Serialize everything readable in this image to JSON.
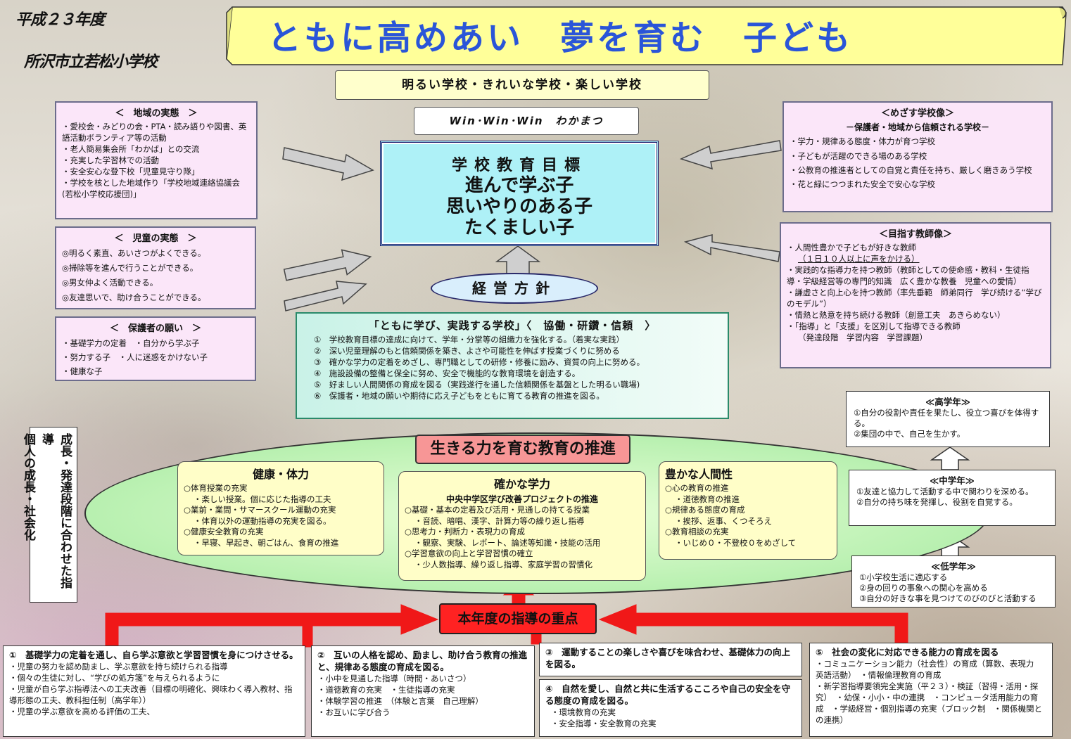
{
  "header": {
    "year": "平成２３年度",
    "school": "所沢市立若松小学校",
    "title": "ともに高めあい　夢を育む　子ども"
  },
  "motto": "明るい学校・きれいな学校・楽しい学校",
  "win": "Win･Win･Win　わかまつ",
  "goal": {
    "heading": "学校教育目標",
    "lines": [
      "進んで学ぶ子",
      "思いやりのある子",
      "たくましい子"
    ]
  },
  "keiei": "経営方針",
  "chiiki": {
    "heading": "＜　地域の実態　＞",
    "items": [
      "・愛校会・みどりの会・PTA・読み語りや図書、英語活動ボランティア等の活動",
      "・老人簡易集会所「わかば」との交流",
      "・充実した学習林での活動",
      "・安全安心な登下校「児童見守り隊」",
      "・学校を核とした地域作り「学校地域連絡協議会(若松小学校応援団)」"
    ]
  },
  "jido": {
    "heading": "＜　児童の実態　＞",
    "items": [
      "◎明るく素直、あいさつがよくできる。",
      "◎掃除等を進んで行うことができる。",
      "◎男女仲よく活動できる。",
      "◎友達思いで、助け合うことができる。"
    ]
  },
  "hogosha": {
    "heading": "＜　保護者の願い　＞",
    "items": [
      "・基礎学力の定着　・自分から学ぶ子",
      "・努力する子　・人に迷惑をかけない子",
      "・健康な子"
    ]
  },
  "mezasu": {
    "heading": "＜めざす学校像＞",
    "sub": "－保護者・地域から信頼される学校－",
    "items": [
      "・学力・規律ある態度・体力が育つ学校",
      "・子どもが活躍のできる場のある学校",
      "・公教育の推進者としての自覚と責任を持ち、厳しく磨きあう学校",
      "・花と緑につつまれた安全で安心な学校"
    ]
  },
  "kyoshi": {
    "heading": "＜目指す教師像＞",
    "items": [
      "・人間性豊かで子どもが好きな教師",
      "（１日１０人以上に声をかける）",
      "・実践的な指導力を持つ教師（教師としての使命感・教科・生徒指導・学級経営等の専門的知識　広く豊かな教養　児童への愛情）",
      "・謙虚さと向上心を持つ教師（率先垂範　師弟同行　学び続ける“学びのモデル”）",
      "・情熱と熱意を持ち続ける教師（創意工夫　あきらめない）",
      "・「指導」と「支援」を区別して指導できる教師",
      "（発達段階　学習内容　学習課題）"
    ]
  },
  "policy": {
    "heading": "「ともに学び、実践する学校」〈　協働・研鑽・信頼　〉",
    "items": [
      "①　学校教育目標の達成に向けて、学年・分掌等の組織力を強化する。（着実な実践）",
      "②　深い児童理解のもと信頼関係を築き、よさや可能性を伸ばす授業づくりに努める",
      "③　確かな学力の定着をめざし、専門職としての研修・修養に励み、資質の向上に努める。",
      "④　施設設備の整備と保全に努め、安全で機能的な教育環境を創造する。",
      "⑤　好ましい人間関係の育成を図る（実践遂行を通した信頼関係を基盤とした明るい職場)",
      "⑥　保護者・地域の願いや期待に応え子どもをともに育てる教育の推進を図る。"
    ]
  },
  "ikiru": "生きる力を育む教育の推進",
  "kenko": {
    "heading": "健康・体力",
    "items": [
      "○体育授業の充実",
      "・楽しい授業。個に応じた指導の工夫",
      "○業前・業間・サマースクール運動の充実",
      "・体育以外の運動指導の充実を図る。",
      "○健康安全教育の充実",
      "・早寝、早起き、朝ごはん、食育の推進"
    ]
  },
  "gakuryoku": {
    "heading": "確かな学力",
    "sub": "中央中学区学び改善プロジェクトの推進",
    "items": [
      "○基礎・基本の定着及び活用・見通しの持てる授業",
      "・音読、暗唱、漢字、計算力等の繰り返し指導",
      "○思考力・判断力・表現力の育成",
      "・観察、実験、レポート、論述等知識・技能の活用",
      "○学習意欲の向上と学習習慣の確立",
      "・少人数指導、繰り返し指導、家庭学習の習慣化"
    ]
  },
  "ningen": {
    "heading": "豊かな人間性",
    "items": [
      "○心の教育の推進",
      "・道徳教育の推進",
      "○規律ある態度の育成",
      "・挨拶、返事、くつそろえ",
      "○教育相談の充実",
      "・いじめ０・不登校０をめざして"
    ]
  },
  "vertical": {
    "line1": "成長・発達段階に合わせた指導",
    "line2": "個人の成長・社会化"
  },
  "grades": {
    "high": {
      "heading": "≪高学年≫",
      "items": [
        "①自分の役割や責任を果たし、役立つ喜びを体得する。",
        "②集団の中で、自己を生かす。"
      ]
    },
    "middle": {
      "heading": "≪中学年≫",
      "items": [
        "①友達と協力して活動する中で関わりを深める。",
        "②自分の持ち味を発揮し、役割を自覚する。"
      ]
    },
    "low": {
      "heading": "≪低学年≫",
      "items": [
        "①小学校生活に適応する",
        "②身の回りの事象への関心を高める",
        "③自分の好きな事を見つけてのびのびと活動する"
      ]
    }
  },
  "focus": "本年度の指導の重点",
  "bottom": {
    "b1": {
      "heading": "①　基礎学力の定着を通し、自ら学ぶ意欲と学習習慣を身につけさせる。",
      "items": [
        "・児童の努力を認め励まし、学ぶ意欲を持ち続けられる指導",
        "・個々の生徒に対し、“学びの処方箋”を与えられるように",
        "・児童が自ら学ぶ指導法への工夫改善（目標の明確化、興味わく導入教材、指導形態の工夫、教科担任制（高学年））",
        "・児童の学ぶ意欲を高める評価の工夫、"
      ]
    },
    "b2": {
      "heading": "②　互いの人格を認め、励まし、助け合う教育の推進と、規律ある態度の育成を図る。",
      "items": [
        "・小中を見通した指導（時間・あいさつ）",
        "・道徳教育の充実　・生徒指導の充実",
        "・体験学習の推進　（体験と言葉　自己理解）",
        "・お互いに学び合う"
      ]
    },
    "b3": {
      "heading": "③　運動することの楽しさや喜びを味合わせ、基礎体力の向上を図る。"
    },
    "b4": {
      "heading": "④　自然を愛し、自然と共に生活するこころや自己の安全を守る態度の育成を図る。",
      "items": [
        "・環境教育の充実",
        "・安全指導・安全教育の充実"
      ]
    },
    "b5": {
      "heading": "⑤　社会の変化に対応できる能力の育成を図る",
      "items": [
        "・コミュニケーション能力（社会性）の育成（算数、表現力　英語活動）　・情報倫理教育の育成",
        "・新学習指導要領完全実施（平２３）・検証（習得・活用・探究）　・幼保・小小・中の連携　・コンピュータ活用能力の育成　・学級経営・個別指導の充実（ブロック制　・関係機関との連携）"
      ]
    }
  },
  "colors": {
    "title": "#2a55d8",
    "goal_bg": "#aef1f7",
    "pink_box": "#fbe6f9",
    "focus_red": "#ff2020",
    "ellipse_green": "#b8f0b0",
    "yellow_box": "#fffec8"
  }
}
